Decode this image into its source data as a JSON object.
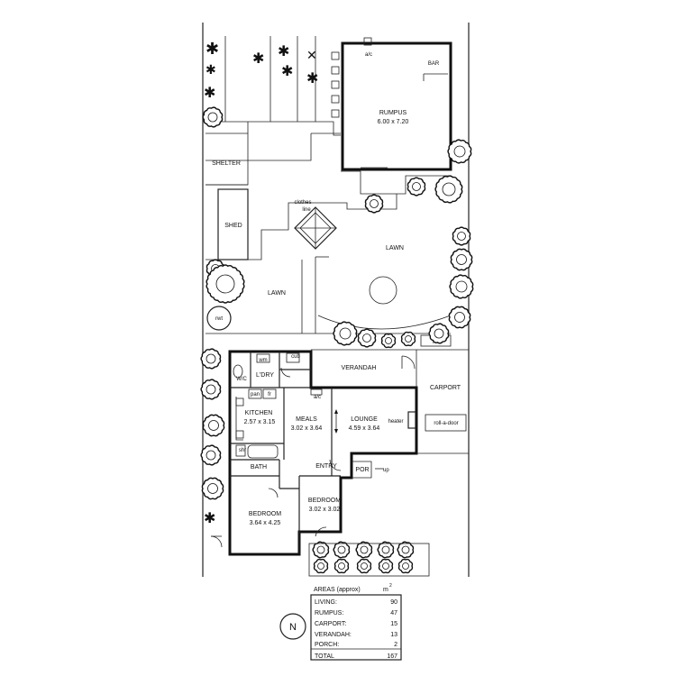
{
  "rooms": {
    "rumpus": {
      "name": "RUMPUS",
      "size": "6.00 x 7.20"
    },
    "bar": "BAR",
    "ac": "a/c",
    "shelter": "SHELTER",
    "shed": "SHED",
    "clothes_line": [
      "clothes",
      "line"
    ],
    "lawn_right": "LAWN",
    "lawn_left": "LAWN",
    "rwt_left": "rwt",
    "rwt_right": "rwt",
    "verandah": "VERANDAH",
    "carport": "CARPORT",
    "roll_a_door": "roll-a-door",
    "cub": "cub",
    "wm": "wm",
    "ldry": "L'DRY",
    "wc": "W/C",
    "pan": "pan",
    "fr": "fr",
    "ac_house": "a/c",
    "kitchen": {
      "name": "KITCHEN",
      "size": "2.57 x 3.15"
    },
    "meals": {
      "name": "MEALS",
      "size": "3.02 x 3.64"
    },
    "lounge": {
      "name": "LOUNGE",
      "size": "4.59 x 3.64"
    },
    "heater": "heater",
    "shr": "shr",
    "bath": "BATH",
    "entry": "ENTRY",
    "por": "POR",
    "up": "up",
    "bedroom1": {
      "name": "BEDROOM",
      "size": "3.64 x 4.25"
    },
    "bedroom2": {
      "name": "BEDROOM",
      "size": "3.02 x 3.02"
    }
  },
  "areas": {
    "header": "AREAS (approx)",
    "unit": "m",
    "unit_sup": "2",
    "rows": [
      {
        "label": "LIVING:",
        "value": "90"
      },
      {
        "label": "RUMPUS:",
        "value": "47"
      },
      {
        "label": "CARPORT:",
        "value": "15"
      },
      {
        "label": "VERANDAH:",
        "value": "13"
      },
      {
        "label": "PORCH:",
        "value": "2"
      },
      {
        "label": "TOTAL",
        "value": "167"
      }
    ]
  },
  "north": "N"
}
